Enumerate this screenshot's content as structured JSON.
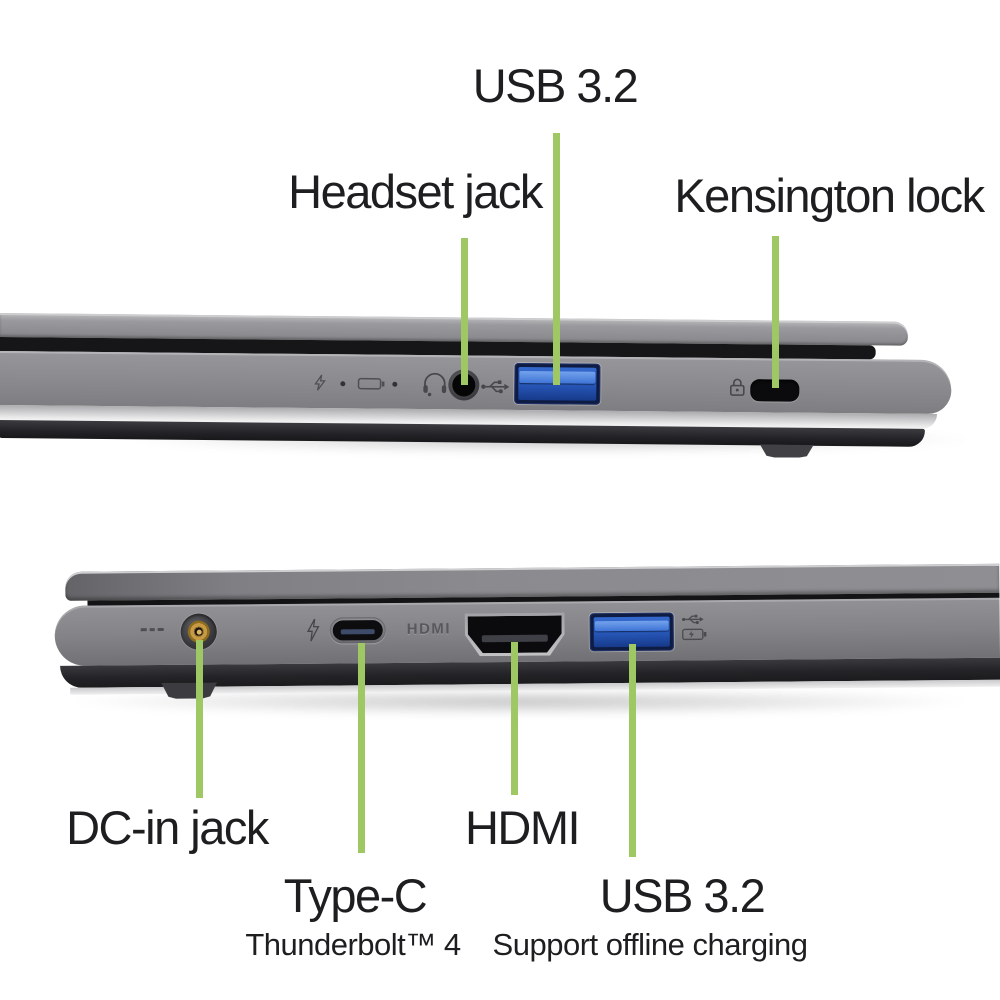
{
  "background": "#ffffff",
  "colors": {
    "accent_green": "#9fc763",
    "label_text": "#1e1e20",
    "usb_port_blue": "#2a5cc0"
  },
  "right_side_view": {
    "callouts": {
      "usb": "USB 3.2",
      "headset_jack": "Headset jack",
      "kensington_lock": "Kensington lock"
    },
    "icons": [
      "power-status-icon",
      "battery-status-icon",
      "headset-icon",
      "usb-trident-icon",
      "kensington-lock-icon"
    ]
  },
  "left_side_view": {
    "callouts": {
      "dc_in_jack": "DC-in jack",
      "hdmi": "HDMI",
      "type_c": "Type-C",
      "type_c_sub": "Thunderbolt™ 4",
      "usb": "USB 3.2",
      "usb_sub": "Support offline charging"
    },
    "port_engraving_hdmi": "HDMI",
    "icons": [
      "dc-power-icon",
      "thunderbolt-icon",
      "usb-battery-charging-icon"
    ]
  }
}
